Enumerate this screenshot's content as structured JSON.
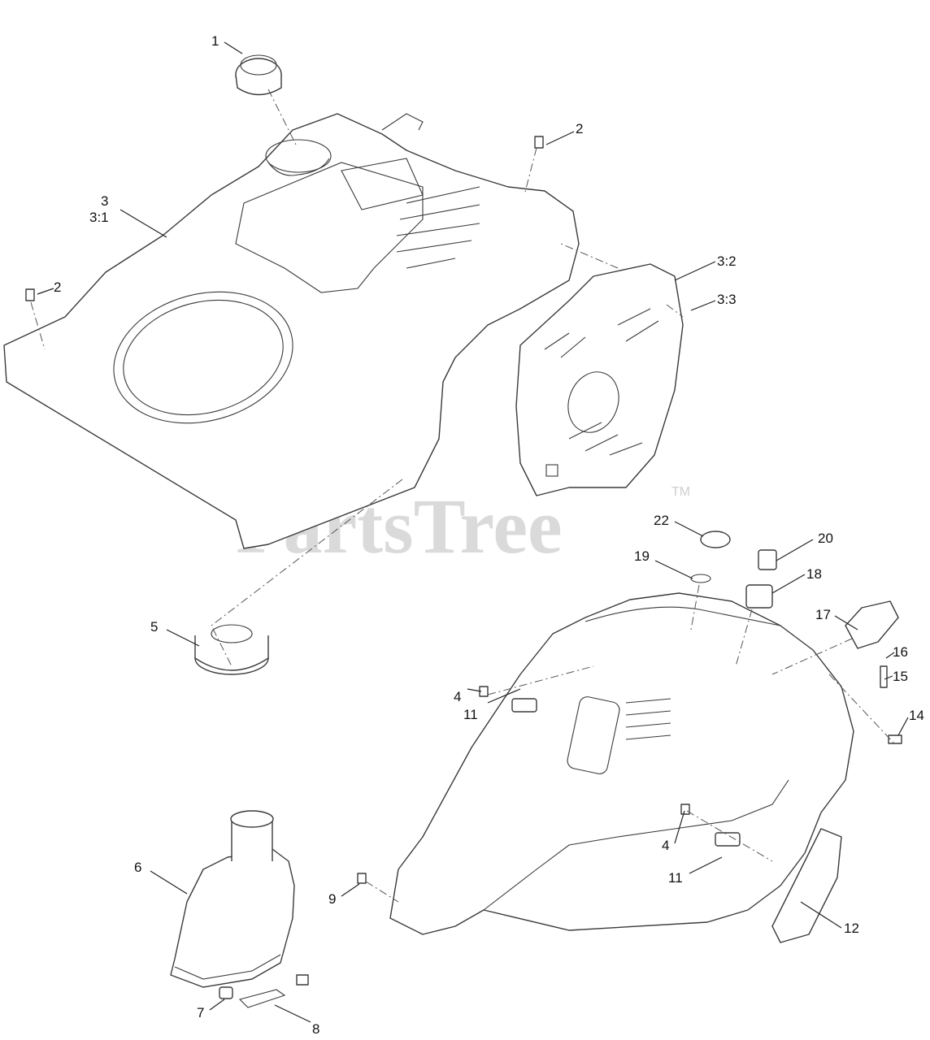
{
  "watermark": {
    "text": "PartsTree",
    "tm": "TM"
  },
  "callouts": [
    {
      "id": "c1",
      "label": "1"
    },
    {
      "id": "c2a",
      "label": "2"
    },
    {
      "id": "c2b",
      "label": "2"
    },
    {
      "id": "c3",
      "label": "3"
    },
    {
      "id": "c31",
      "label": "3:1"
    },
    {
      "id": "c32",
      "label": "3:2"
    },
    {
      "id": "c33",
      "label": "3:3"
    },
    {
      "id": "c4a",
      "label": "4"
    },
    {
      "id": "c4b",
      "label": "4"
    },
    {
      "id": "c5",
      "label": "5"
    },
    {
      "id": "c6",
      "label": "6"
    },
    {
      "id": "c7",
      "label": "7"
    },
    {
      "id": "c8",
      "label": "8"
    },
    {
      "id": "c9",
      "label": "9"
    },
    {
      "id": "c11a",
      "label": "11"
    },
    {
      "id": "c11b",
      "label": "11"
    },
    {
      "id": "c12",
      "label": "12"
    },
    {
      "id": "c14",
      "label": "14"
    },
    {
      "id": "c15",
      "label": "15"
    },
    {
      "id": "c16",
      "label": "16"
    },
    {
      "id": "c17",
      "label": "17"
    },
    {
      "id": "c18",
      "label": "18"
    },
    {
      "id": "c19",
      "label": "19"
    },
    {
      "id": "c20",
      "label": "20"
    },
    {
      "id": "c22",
      "label": "22"
    }
  ]
}
